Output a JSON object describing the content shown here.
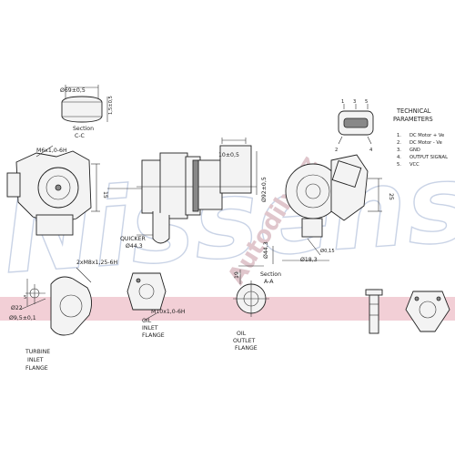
{
  "labels": {
    "top_dim_1": "Ø69±0,5",
    "top_dim_2": "1,5±0,5",
    "section_cc_1": "Section",
    "section_cc_2": "C-C",
    "m6": "M6x1,0-6H",
    "dim_15": "15",
    "quicker_1": "QUICKER",
    "quicker_2": "Ø44,3",
    "dim_10": "10±0,5",
    "dim_92": "Ø92±0,5",
    "dim_25": "25",
    "dim_443": "Ø44,3",
    "dim_183": "Ø18,3",
    "dim_015": "Ø0,15",
    "dim_19": "19",
    "section_aa_1": "Section",
    "section_aa_2": "A-A",
    "bolt_2m8": "2xM8x1,25-6H",
    "dim_22": "Ø22",
    "dim_5": "5",
    "dim_95": "Ø9,5±0,1",
    "m10": "M10x1,0-6H",
    "oil_inlet_1": "OIL",
    "oil_inlet_2": "INLET",
    "oil_inlet_3": "FLANGE",
    "oil_outlet_1": "OIL",
    "oil_outlet_2": "OUTLET",
    "oil_outlet_3": "FLANGE",
    "turbine_1": "TURBINE",
    "turbine_2": "INLET",
    "turbine_3": "FLANGE"
  },
  "connector": {
    "pin1": "1",
    "pin2": "2",
    "pin3": "3",
    "pin4": "4",
    "pin5": "5"
  },
  "technical_parameters": {
    "title_1": "TECHNICAL",
    "title_2": "PARAMETERS",
    "items": [
      {
        "num": "1.",
        "text": "DC Motor + Ve"
      },
      {
        "num": "2.",
        "text": "DC Motor - Ve"
      },
      {
        "num": "3.",
        "text": "GND"
      },
      {
        "num": "4.",
        "text": "OUTPUT SIGNAL"
      },
      {
        "num": "5.",
        "text": "VCC"
      }
    ]
  },
  "watermark": {
    "brand": "Nissens",
    "site": "Autodily.cz"
  },
  "colors": {
    "band": "#f2cfd6",
    "watermark": "#c9d3e6",
    "line": "#333333"
  }
}
